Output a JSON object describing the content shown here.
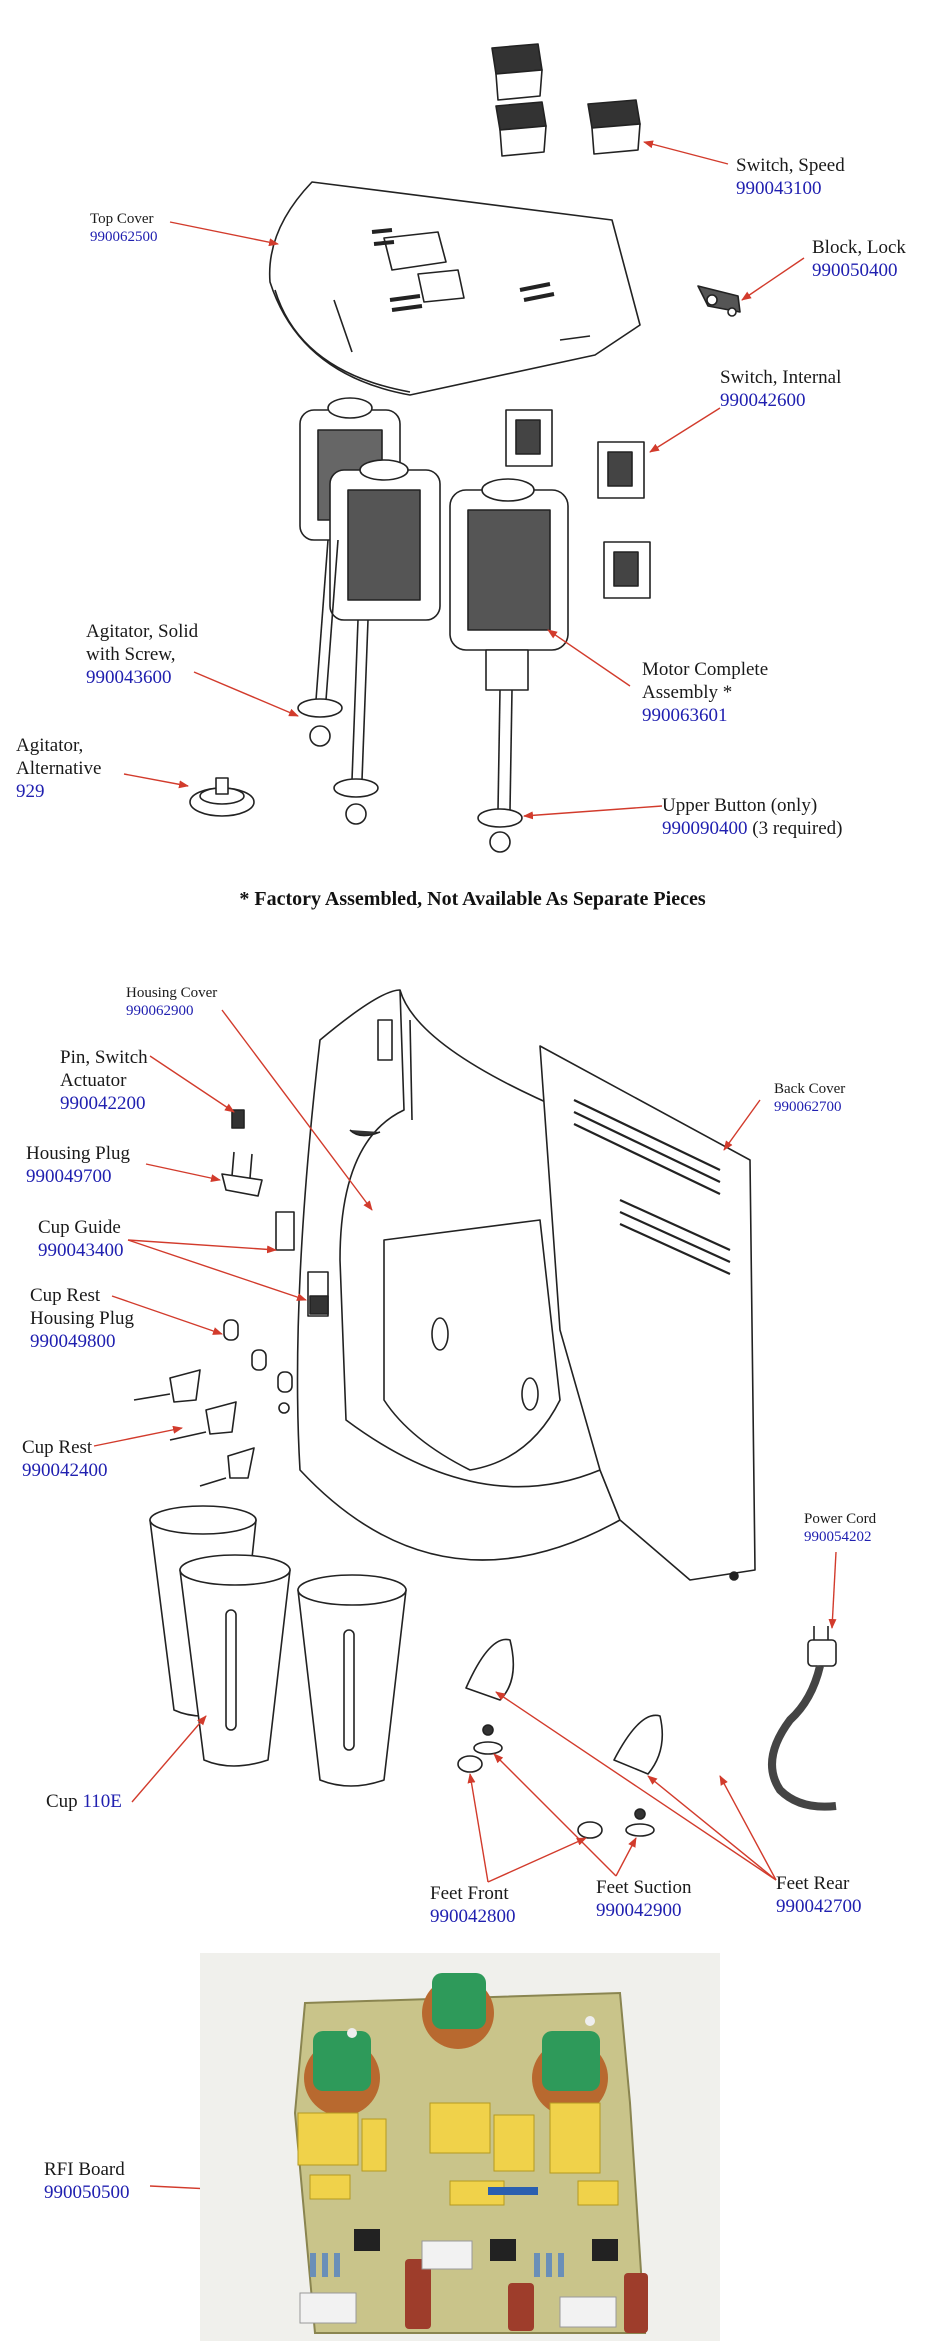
{
  "colors": {
    "leader": "#d23b2c",
    "part_number": "#2020b0",
    "name": "#1a1a1a",
    "pcb": "#c9c48a"
  },
  "parts": {
    "switch_speed": {
      "name": "Switch, Speed",
      "number": "990043100"
    },
    "top_cover": {
      "name": "Top Cover",
      "number": "990062500"
    },
    "block_lock": {
      "name": "Block, Lock",
      "number": "990050400"
    },
    "switch_internal": {
      "name": "Switch, Internal",
      "number": "990042600"
    },
    "agitator_solid": {
      "name_line1": "Agitator, Solid",
      "name_line2": "with Screw,",
      "number": "990043600"
    },
    "motor_complete": {
      "name_line1": "Motor Complete",
      "name_line2": "Assembly *",
      "number": "990063601"
    },
    "agitator_alt": {
      "name_line1": "Agitator,",
      "name_line2": "Alternative",
      "number": "929"
    },
    "upper_button": {
      "name": "Upper Button (only)",
      "number": "990090400",
      "qty": "(3 required)"
    },
    "housing_cover": {
      "name": "Housing Cover",
      "number": "990062900"
    },
    "pin_switch": {
      "name_line1": "Pin, Switch",
      "name_line2": "Actuator",
      "number": "990042200"
    },
    "housing_plug": {
      "name": "Housing Plug",
      "number": "990049700"
    },
    "back_cover": {
      "name": "Back Cover",
      "number": "990062700"
    },
    "cup_guide": {
      "name": "Cup Guide",
      "number": "990043400"
    },
    "cup_rest_plug": {
      "name_line1": "Cup Rest",
      "name_line2": "Housing Plug",
      "number": "990049800"
    },
    "cup_rest": {
      "name": "Cup Rest",
      "number": "990042400"
    },
    "power_cord": {
      "name": "Power Cord",
      "number": "990054202"
    },
    "cup": {
      "name": "Cup",
      "number": "110E"
    },
    "feet_front": {
      "name": "Feet Front",
      "number": "990042800"
    },
    "feet_suction": {
      "name": "Feet Suction",
      "number": "990042900"
    },
    "feet_rear": {
      "name": "Feet Rear",
      "number": "990042700"
    },
    "rfi_board": {
      "name": "RFI Board",
      "number": "990050500"
    }
  },
  "note": "* Factory Assembled, Not Available As Separate Pieces"
}
